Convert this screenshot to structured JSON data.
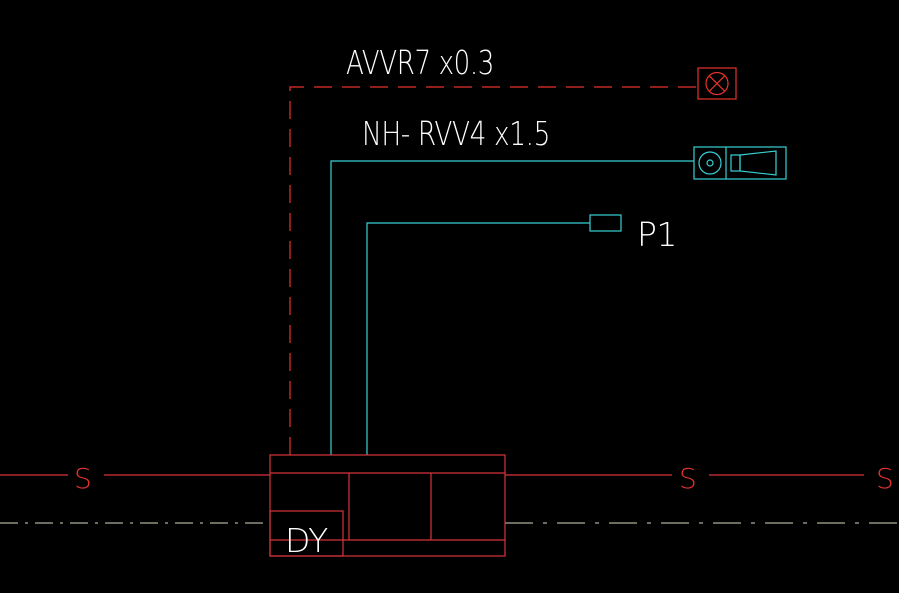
{
  "colors": {
    "background": "#000000",
    "red": "#e5322d",
    "cyan": "#37d0d6",
    "red_lines": "#d8343a",
    "white_text": "#ffffff",
    "dashdot_line": "#d9d9c0"
  },
  "labels": {
    "cable_red": "AVVR7 x0.3",
    "cable_cyan": "NH- RVV4 x1.5",
    "device_p1": "P1",
    "box_label": "DY",
    "s_marker_left": "S",
    "s_marker_mid": "S",
    "s_marker_right": "S"
  },
  "icons": {
    "lamp_symbol": "cross-circle-icon",
    "speaker_symbol": "horn-speaker-icon",
    "p1_symbol": "rectangle-device-icon"
  }
}
